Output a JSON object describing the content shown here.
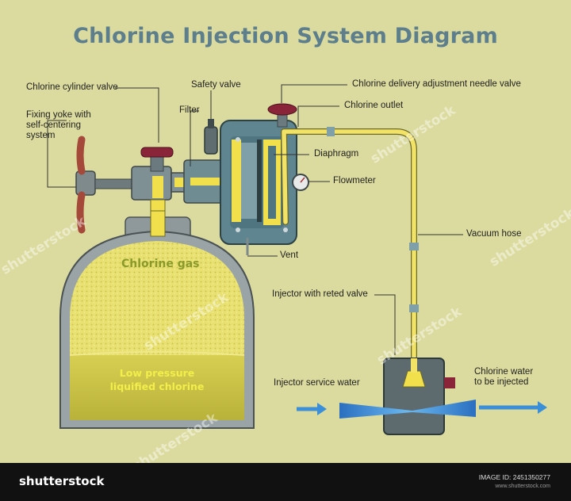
{
  "title": "Chlorine Injection System Diagram",
  "labels": {
    "cylinder_valve": "Chlorine cylinder valve",
    "yoke_line1": "Fixing yoke with",
    "yoke_line2": "self-centering",
    "yoke_line3": "system",
    "safety_valve": "Safety valve",
    "filter": "Filter",
    "needle_valve": "Chlorine delivery adjustment needle valve",
    "outlet": "Chlorine outlet",
    "diaphragm": "Diaphragm",
    "flowmeter": "Flowmeter",
    "vacuum_hose": "Vacuum hose",
    "vent": "Vent",
    "injector": "Injector with reted valve",
    "service_water": "Injector service water",
    "water_line1": "Chlorine water",
    "water_line2": "to be injected",
    "gas": "Chlorine gas",
    "liquid_line1": "Low pressure",
    "liquid_line2": "liquified chlorine"
  },
  "footer": {
    "brand": "shutterstock",
    "image_id": "IMAGE ID: 2451350277",
    "site": "www.shutterstock.com"
  },
  "watermark": "shutterstock",
  "colors": {
    "background": "#dbdb9f",
    "title": "#5d7f8d",
    "hose": "#f2e266",
    "valve": "#8a2438",
    "tank": "#9aa3a6",
    "water": "#3a8fd8"
  }
}
